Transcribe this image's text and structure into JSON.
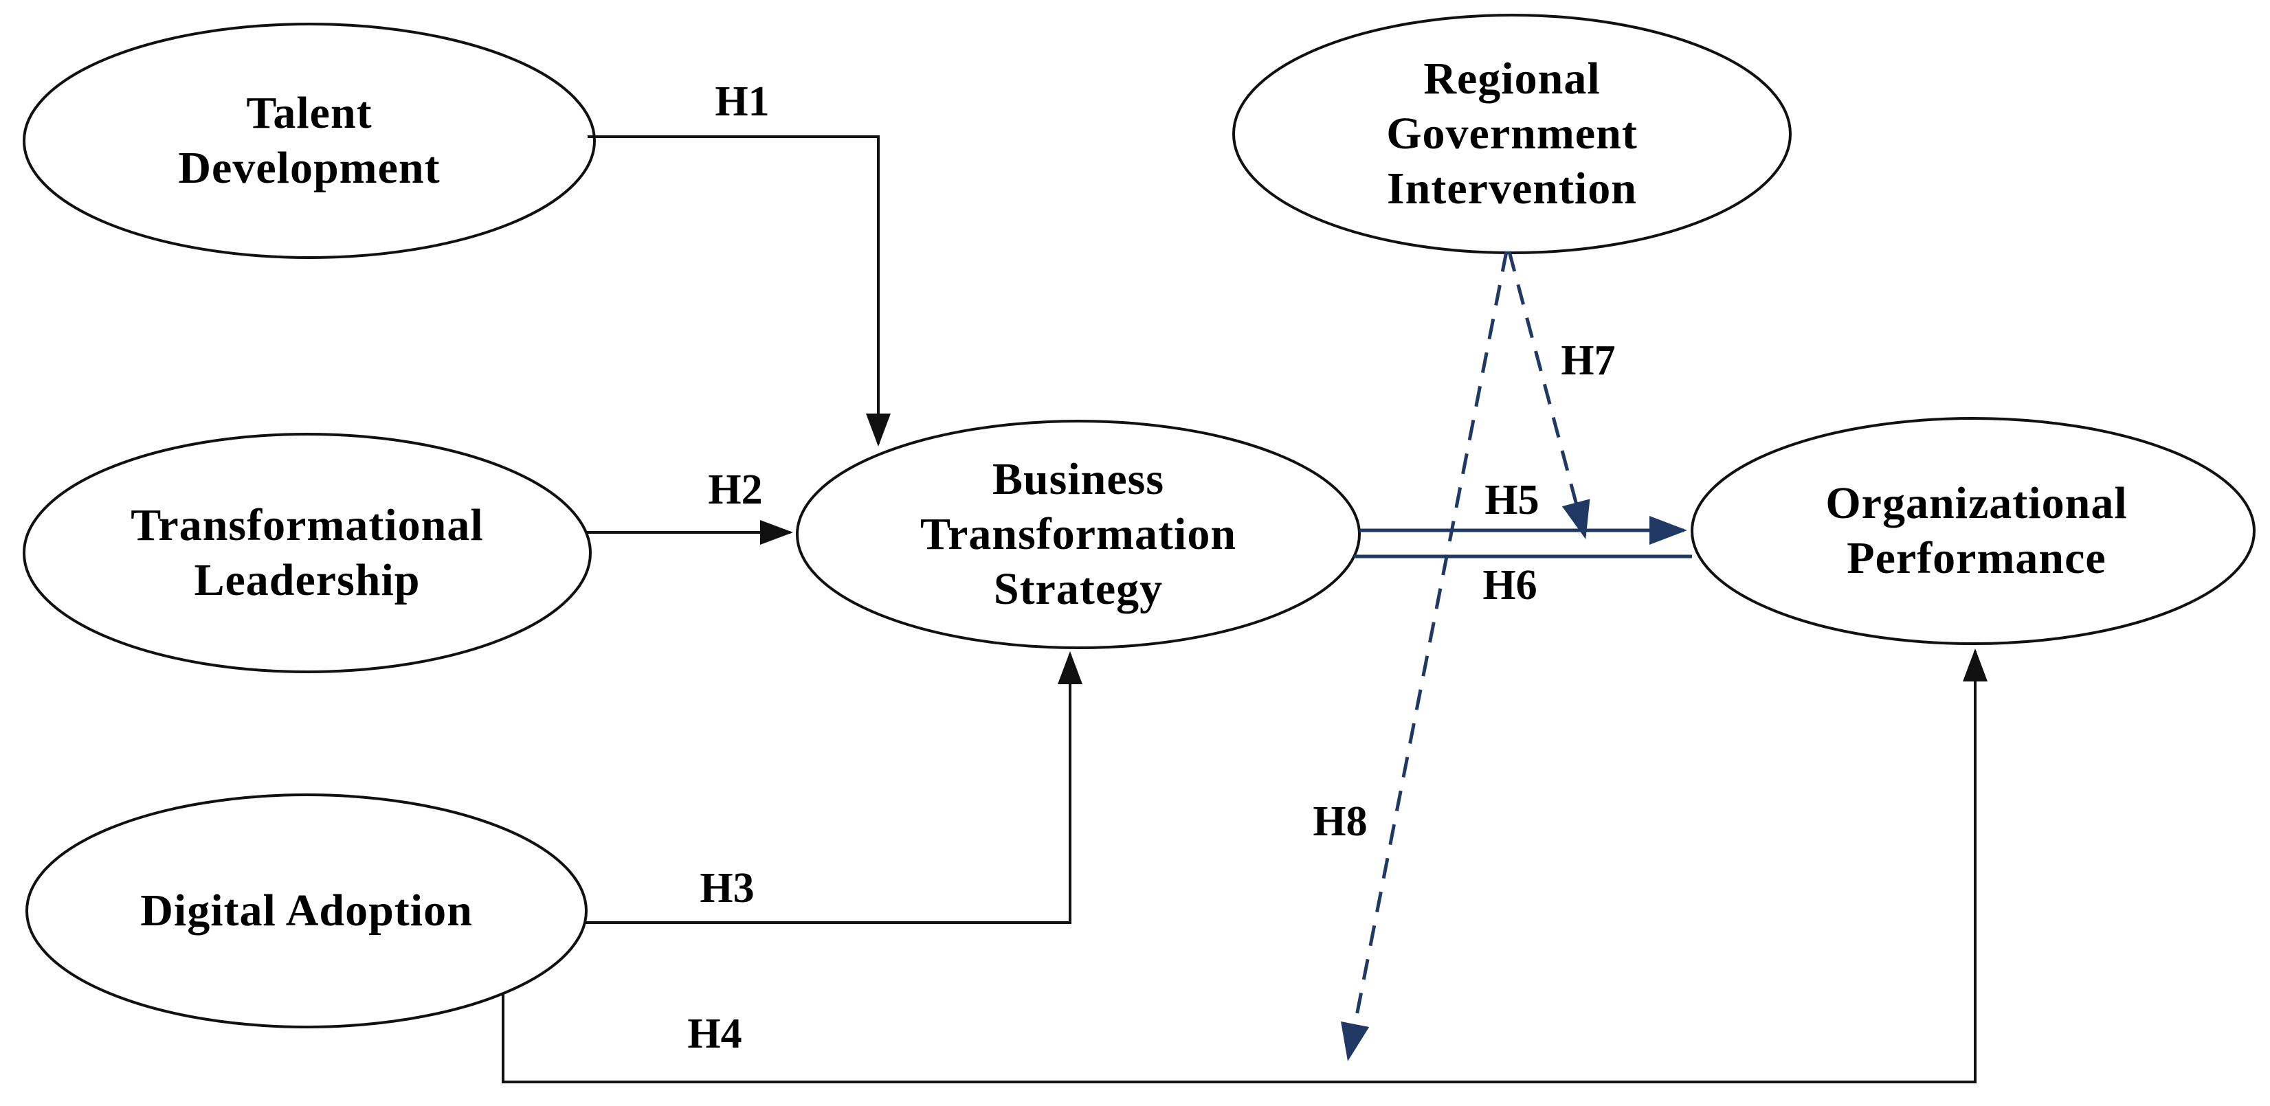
{
  "diagram": {
    "kind": "conceptual-research-model",
    "background": "#ffffff",
    "colors": {
      "node_stroke": "#111111",
      "edge_black": "#111111",
      "edge_navy": "#1f3864",
      "text": "#000000"
    }
  },
  "nodes": [
    {
      "id": "talent-development",
      "lines": [
        "Talent",
        "Development"
      ]
    },
    {
      "id": "transformational-leadership",
      "lines": [
        "Transformational",
        "Leadership"
      ]
    },
    {
      "id": "digital-adoption",
      "lines": [
        "Digital Adoption"
      ]
    },
    {
      "id": "business-transformation-strategy",
      "lines": [
        "Business",
        "Transformation",
        "Strategy"
      ]
    },
    {
      "id": "regional-government-intervention",
      "lines": [
        "Regional",
        "Government",
        "Intervention"
      ]
    },
    {
      "id": "organizational-performance",
      "lines": [
        "Organizational",
        "Performance"
      ]
    }
  ],
  "edges": [
    {
      "label": "H1",
      "from": "Talent Development",
      "to": "Business Transformation Strategy",
      "line": "solid",
      "color": "black"
    },
    {
      "label": "H2",
      "from": "Transformational Leadership",
      "to": "Business Transformation Strategy",
      "line": "solid",
      "color": "black"
    },
    {
      "label": "H3",
      "from": "Digital Adoption",
      "to": "Business Transformation Strategy",
      "line": "solid",
      "color": "black"
    },
    {
      "label": "H4",
      "from": "Digital Adoption",
      "to": "Organizational Performance",
      "line": "solid",
      "color": "black"
    },
    {
      "label": "H5",
      "from": "Business Transformation Strategy",
      "to": "Organizational Performance",
      "line": "solid",
      "color": "navy"
    },
    {
      "label": "H6",
      "from": "Business Transformation Strategy",
      "to": "Organizational Performance",
      "line": "solid",
      "color": "navy"
    },
    {
      "label": "H7",
      "from": "Regional Government Intervention",
      "to": "H5/H6 path (moderation)",
      "line": "dashed",
      "color": "navy"
    },
    {
      "label": "H8",
      "from": "Regional Government Intervention",
      "to": "H4 path (moderation)",
      "line": "dashed",
      "color": "navy"
    }
  ]
}
